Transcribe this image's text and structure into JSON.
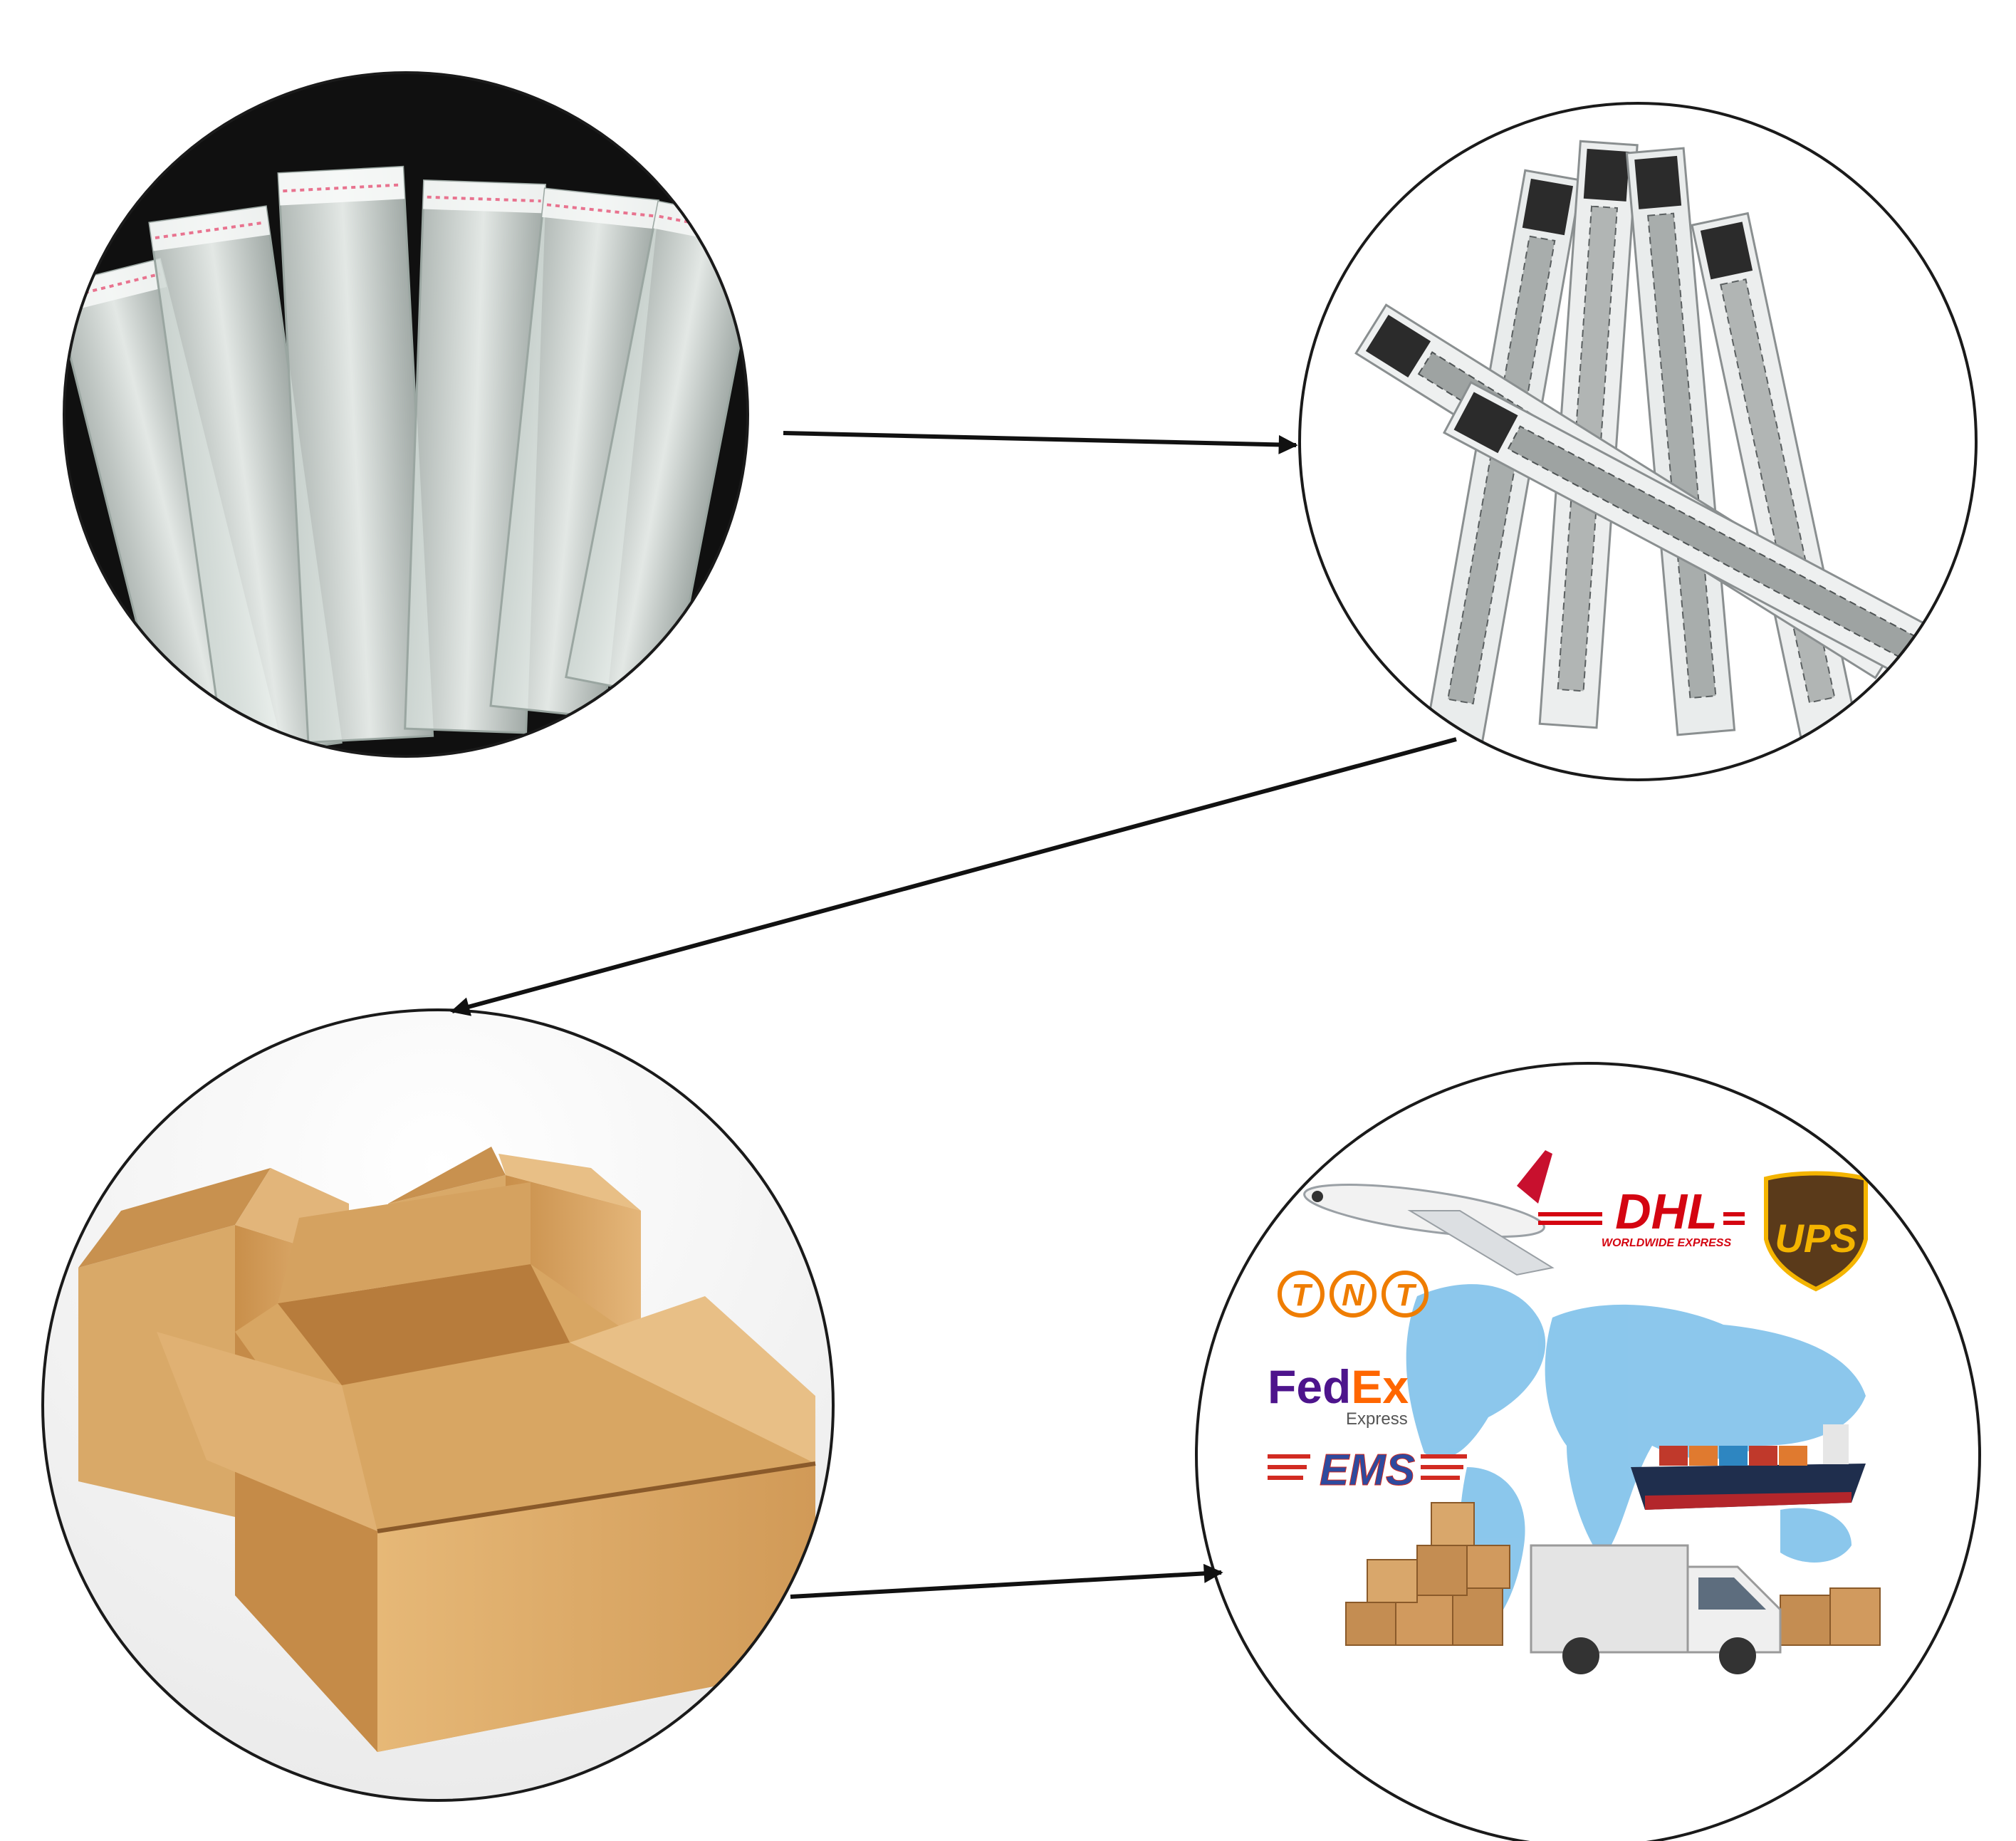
{
  "diagram": {
    "steps": [
      {
        "id": "opp-bags",
        "icon": "clear-bags-icon"
      },
      {
        "id": "packed-bracelets",
        "icon": "bagged-bracelets-icon"
      },
      {
        "id": "cartons",
        "icon": "cardboard-box-icon"
      },
      {
        "id": "shipping",
        "icon": "world-shipping-icon"
      }
    ],
    "flow": [
      "opp-bags",
      "packed-bracelets",
      "cartons",
      "shipping"
    ]
  },
  "shipping_logos": {
    "dhl": "DHL",
    "dhl_sub": "WORLDWIDE EXPRESS",
    "ups": "UPS",
    "tnt": [
      "T",
      "N",
      "T"
    ],
    "fedex_fed": "Fed",
    "fedex_ex": "Ex",
    "fedex_sub": "Express",
    "ems": "EMS"
  },
  "colors": {
    "arrow": "#111111",
    "circle_stroke": "#1a1a1a",
    "cardboard": "#d7a768",
    "dhl_red": "#d40511",
    "ups_brown": "#5a3a1a",
    "ups_gold": "#f4b400",
    "tnt_orange": "#ef7d00",
    "fedex_purple": "#4d148c",
    "fedex_orange": "#ff6600",
    "ems_red": "#d22b22",
    "map_blue": "#7fc1ea"
  }
}
